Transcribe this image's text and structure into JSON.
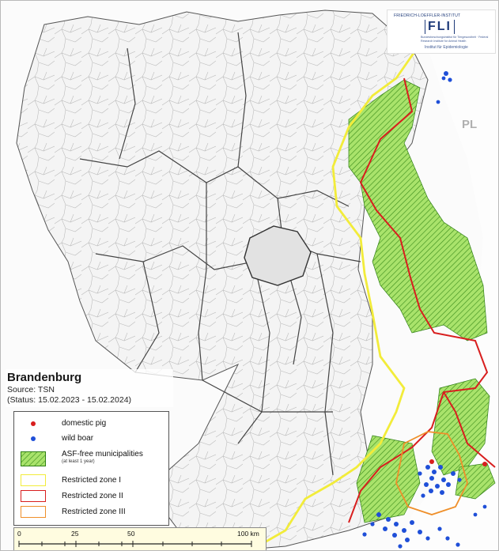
{
  "map": {
    "region_title": "Brandenburg",
    "source": "Source: TSN",
    "status": "(Status: 15.02.2023 - 15.02.2024)",
    "neighbor_label": "PL"
  },
  "logo": {
    "small_text": "FRIEDRICH-LOEFFLER-INSTITUT",
    "mark": "FLI",
    "sub_text": "Bundesforschungsinstitut für Tiergesundheit · Federal Research Institute for Animal Health",
    "institute": "Institut für Epidemiologie"
  },
  "legend": {
    "items": [
      {
        "label": "domestic pig",
        "symbol": "red-dot-icon",
        "color": "#d81e1e"
      },
      {
        "label": "wild boar",
        "symbol": "blue-dot-icon",
        "color": "#1f4fd8"
      },
      {
        "label": "ASF-free municipalities",
        "note": "(at least 1 year)",
        "symbol": "green-hatch-swatch",
        "color": "#7fd33a"
      },
      {
        "label": "Restricted zone I",
        "symbol": "yellow-outline-swatch",
        "color": "#f2ec3a"
      },
      {
        "label": "Restricted zone II",
        "symbol": "red-outline-swatch",
        "color": "#d81e1e"
      },
      {
        "label": "Restricted zone III",
        "symbol": "orange-outline-swatch",
        "color": "#ef8f2a"
      }
    ]
  },
  "scale": {
    "labels": [
      "0",
      "25",
      "50",
      "100 km"
    ]
  }
}
